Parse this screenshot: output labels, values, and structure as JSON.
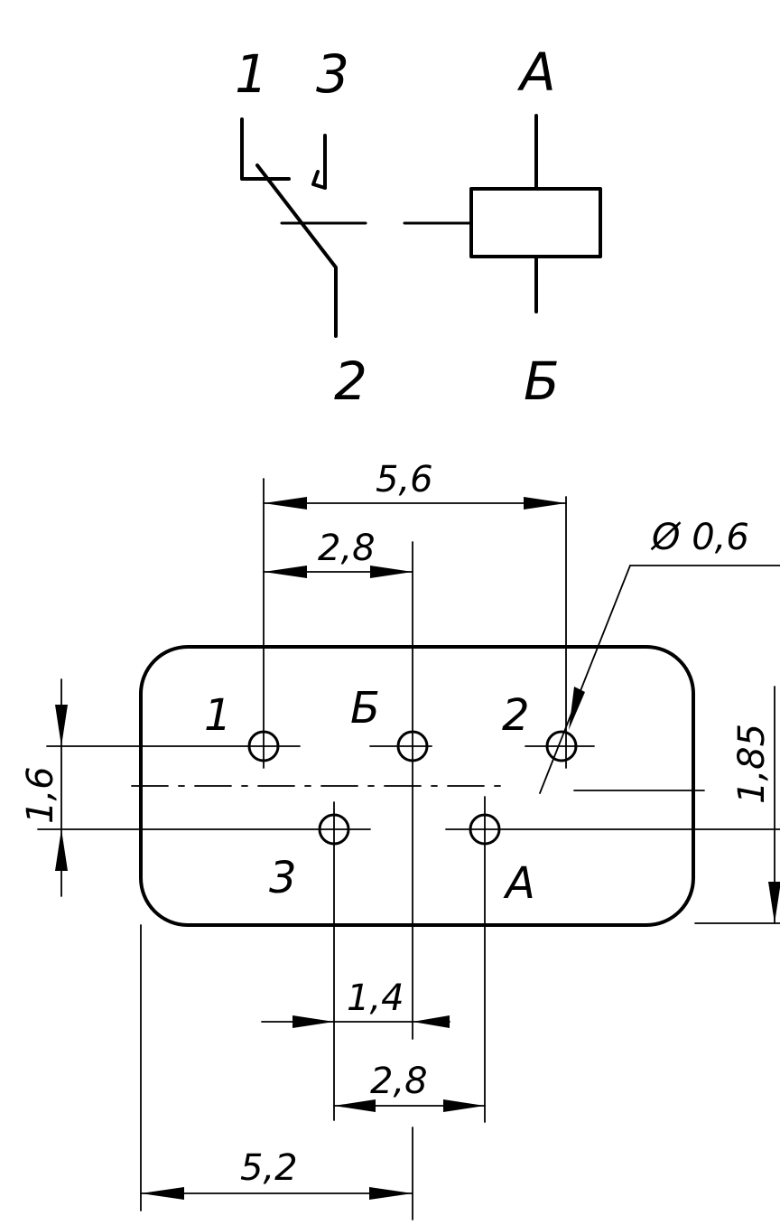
{
  "schematic": {
    "contact_labels": {
      "c1": "1",
      "c3": "3",
      "c2": "2"
    },
    "coil_labels": {
      "top": "А",
      "bottom": "Б"
    }
  },
  "footprint": {
    "pin_labels": {
      "p1": "1",
      "pB": "Б",
      "p2": "2",
      "p3": "3",
      "pA": "А"
    },
    "dimensions": {
      "top_overall": "5,6",
      "top_inner": "2,8",
      "hole_diameter": "Ø 0,6",
      "left_pitch": "1,6",
      "right_height": "1,85",
      "bottom_small": "1,4",
      "bottom_mid": "2,8",
      "bottom_overall": "5,2"
    }
  }
}
